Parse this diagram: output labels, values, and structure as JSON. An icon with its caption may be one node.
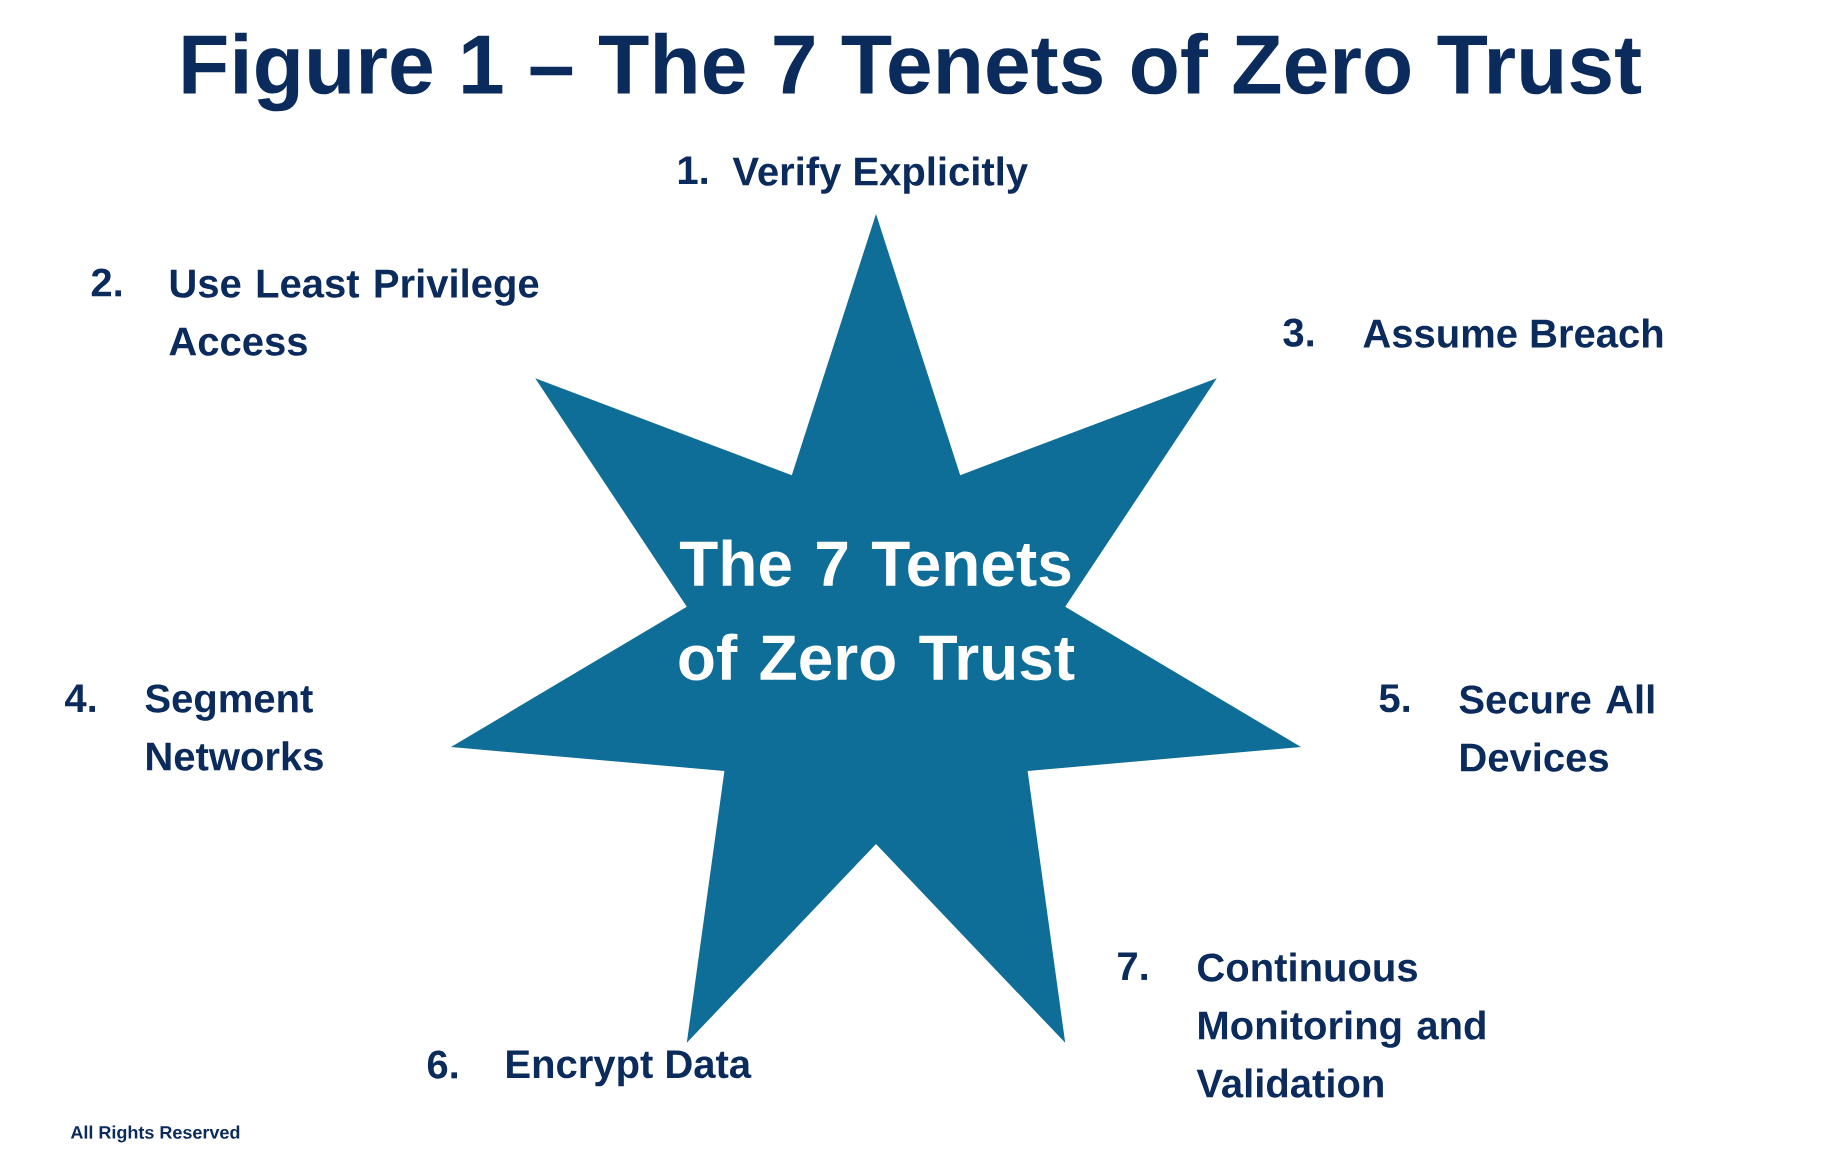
{
  "diagram": {
    "title": "Figure 1 – The 7 Tenets of Zero Trust",
    "nodes": [
      {
        "text": [
          "The 7 Tenets of Zero Trust"
        ]
      }
    ],
    "labels": [
      "1.",
      "Verify Explicitly",
      "2.",
      "Use Least Privilege Access",
      "3.",
      "Assume Breach",
      "4.",
      "Segment Networks",
      "5.",
      "Secure All Devices",
      "6.",
      "Encrypt Data",
      "7.",
      "Continuous Monitoring and Validation",
      "All Rights Reserved"
    ]
  }
}
